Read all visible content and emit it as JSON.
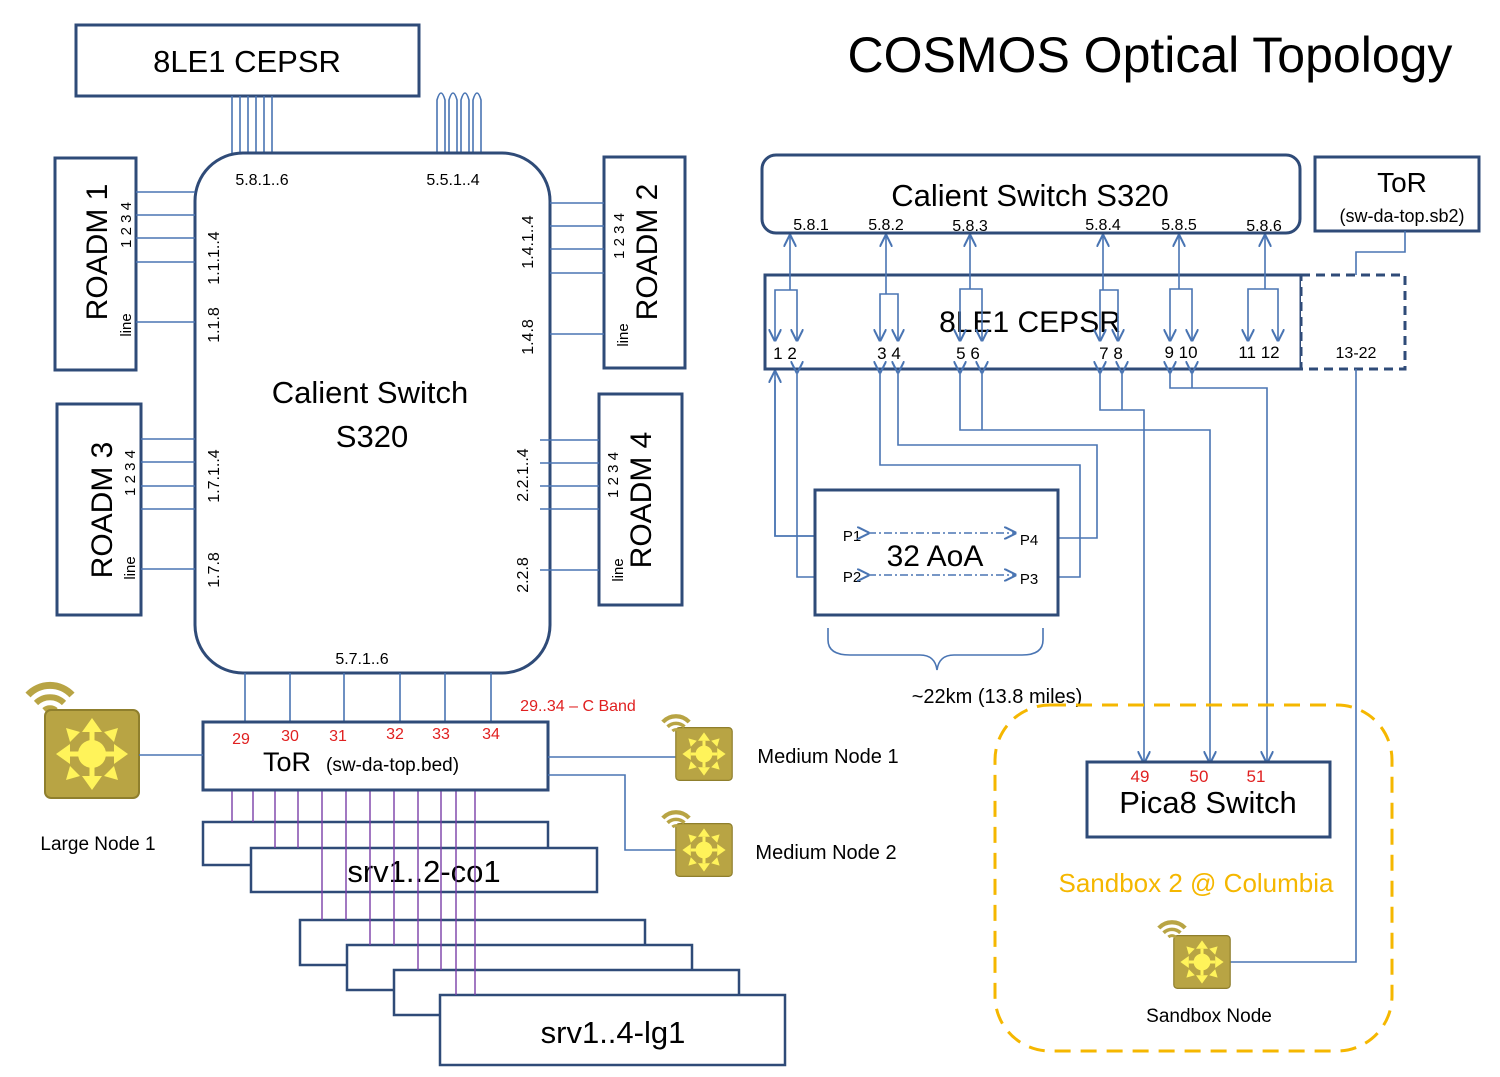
{
  "title": "COSMOS Optical Topology",
  "left": {
    "cepsr_top": "8LE1 CEPSR",
    "calient": {
      "line1": "Calient Switch",
      "line2": "S320"
    },
    "ports": {
      "top_left": "5.8.1..6",
      "top_right": "5.5.1..4",
      "bottom": "5.7.1..6",
      "r1_main": "1.1.1..4",
      "r1_line": "1.1.8",
      "r2_main": "1.4.1..4",
      "r2_line": "1.4.8",
      "r3_main": "1.7.1..4",
      "r3_line": "1.7.8",
      "r4_main": "2.2.1..4",
      "r4_line": "2.2.8"
    },
    "roadms": [
      {
        "name": "ROADM 1",
        "ports": "1  2  3  4",
        "line": "line"
      },
      {
        "name": "ROADM 2",
        "ports": "1  2  3  4",
        "line": "line"
      },
      {
        "name": "ROADM 3",
        "ports": "1  2  3  4",
        "line": "line"
      },
      {
        "name": "ROADM 4",
        "ports": "1  2  3  4",
        "line": "line"
      }
    ],
    "cband": "29..34 – C Band",
    "tor_ports": [
      "29",
      "30",
      "31",
      "32",
      "33",
      "34"
    ],
    "tor": {
      "name": "ToR",
      "sub": "(sw-da-top.bed)"
    },
    "large_node": "Large Node 1",
    "medium_node_1": "Medium Node 1",
    "medium_node_2": "Medium Node 2",
    "srv_co": "srv1..2-co1",
    "srv_lg": "srv1..4-lg1"
  },
  "right": {
    "calient": "Calient Switch S320",
    "calient_ports": [
      "5.8.1",
      "5.8.2",
      "5.8.3",
      "5.8.4",
      "5.8.5",
      "5.8.6"
    ],
    "tor": {
      "name": "ToR",
      "sub": "(sw-da-top.sb2)"
    },
    "cepsr": "8LE1 CEPSR",
    "cepsr_ports": [
      "1  2",
      "3  4",
      "5  6",
      "7  8",
      "9  10",
      "11  12"
    ],
    "cepsr_ext": "13-22",
    "aoa": {
      "name": "32 AoA",
      "p1": "P1",
      "p2": "P2",
      "p3": "P3",
      "p4": "P4"
    },
    "distance": "~22km (13.8 miles)",
    "pica": {
      "name": "Pica8 Switch",
      "ports": [
        "49",
        "50",
        "51"
      ]
    },
    "sandbox": {
      "label": "Sandbox 2 @ Columbia",
      "node": "Sandbox Node"
    }
  },
  "colors": {
    "box": "#2f4b78",
    "line": "#4a75b3",
    "red": "#e02020",
    "sandbox": "#f5b700",
    "node": "#b8a444"
  },
  "icons": [
    "wifi-icon",
    "router-node-icon"
  ]
}
